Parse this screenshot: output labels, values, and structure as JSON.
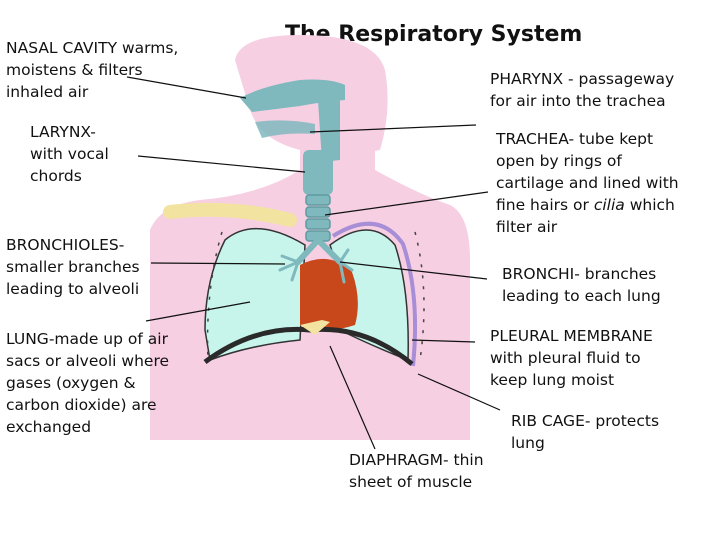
{
  "title": "The Respiratory System",
  "labels": {
    "nasal_cavity": "NASAL CAVITY warms,\nmoistens & filters\ninhaled air",
    "larynx": "LARYNX-\nwith vocal\nchords",
    "bronchioles": "BRONCHIOLES-\nsmaller branches\nleading to alveoli",
    "lung": "LUNG-made up of air\nsacs or alveoli where\ngases (oxygen &\ncarbon dioxide) are\nexchanged",
    "pharynx": "PHARYNX - passageway\nfor air into the trachea",
    "trachea_pre": "TRACHEA- tube kept\nopen by rings of\ncartilage and lined with\nfine hairs or ",
    "trachea_em": "cilia",
    "trachea_post": " which\nfilter air",
    "bronchi": "BRONCHI- branches\nleading to each lung",
    "pleural_membrane": "PLEURAL MEMBRANE\nwith pleural fluid to\nkeep lung moist",
    "rib_cage": "RIB CAGE- protects\nlung",
    "diaphragm": "DIAPHRAGM- thin\nsheet of muscle"
  },
  "colors": {
    "skin": "#f6cfe2",
    "airway": "#7fb9be",
    "lung": "#c7f5ec",
    "heart": "#c8471b",
    "pleura": "#a78ed6",
    "diaphragm": "#2a2a2a",
    "rib": "#f3e3a0"
  }
}
